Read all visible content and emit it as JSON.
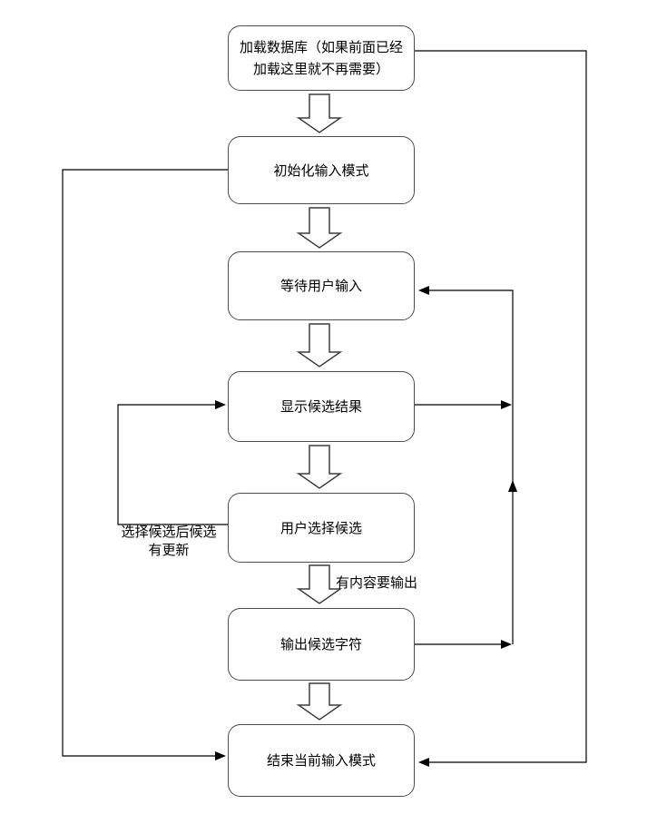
{
  "diagram": {
    "type": "flowchart",
    "background_color": "#ffffff",
    "node_border_color": "#4d4d4d",
    "connector_color": "#000000",
    "text_color": "#000000",
    "nodes": [
      {
        "id": "load_db",
        "label": "加载数据库（如果前面已经加载这里就不再需要）"
      },
      {
        "id": "init_mode",
        "label": "初始化输入模式"
      },
      {
        "id": "wait_input",
        "label": "等待用户输入"
      },
      {
        "id": "show_candidates",
        "label": "显示候选结果"
      },
      {
        "id": "select_candidate",
        "label": "用户选择候选"
      },
      {
        "id": "output_chars",
        "label": "输出候选字符"
      },
      {
        "id": "end_mode",
        "label": "结束当前输入模式"
      }
    ],
    "edge_labels": {
      "loop_update_line1": "选择候选后候选",
      "loop_update_line2": "有更新",
      "output_condition": "有内容要输出"
    },
    "edges": [
      {
        "from": "load_db",
        "to": "init_mode",
        "style": "block-arrow-down"
      },
      {
        "from": "init_mode",
        "to": "wait_input",
        "style": "block-arrow-down"
      },
      {
        "from": "wait_input",
        "to": "show_candidates",
        "style": "block-arrow-down"
      },
      {
        "from": "show_candidates",
        "to": "select_candidate",
        "style": "block-arrow-down"
      },
      {
        "from": "select_candidate",
        "to": "output_chars",
        "style": "block-arrow-down",
        "label": "有内容要输出"
      },
      {
        "from": "output_chars",
        "to": "end_mode",
        "style": "block-arrow-down"
      },
      {
        "from": "select_candidate",
        "to": "show_candidates",
        "style": "elbow-left-loop",
        "label": "选择候选后候选有更新"
      },
      {
        "from": "show_candidates",
        "to": "wait_input",
        "style": "elbow-right-loop"
      },
      {
        "from": "output_chars",
        "to": "wait_input",
        "style": "elbow-right-loop"
      },
      {
        "from": "load_db",
        "to": "end_mode",
        "style": "elbow-far-right"
      },
      {
        "from": "init_mode",
        "to": "end_mode",
        "style": "elbow-far-left"
      }
    ]
  }
}
